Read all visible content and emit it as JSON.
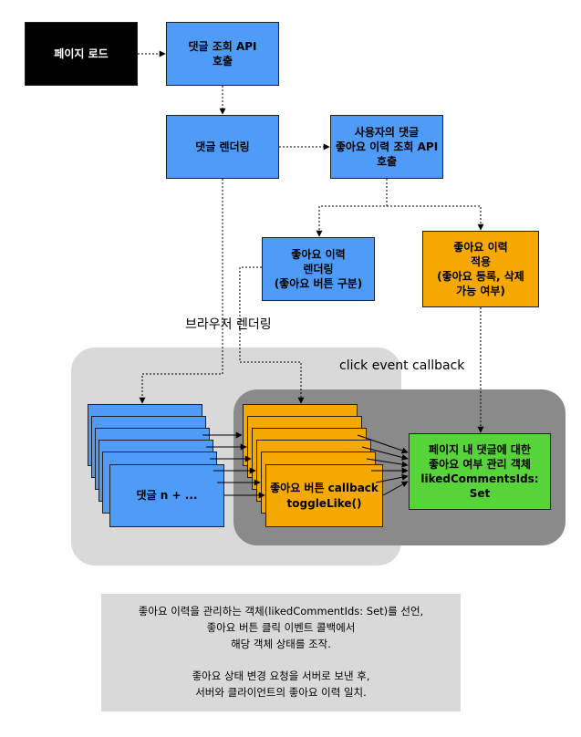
{
  "nodes": {
    "page_load": "페이지 로드",
    "comment_api": "댓글 조회 API\n호출",
    "comment_render": "댓글 렌더링",
    "like_history_api": "사용자의 댓글\n좋아요 이력 조회 API\n호출",
    "like_history_render": "좋아요 이력\n렌더링\n(좋아요 버튼 구분)",
    "like_history_apply": "좋아요 이력\n적용\n(좋아요 등록, 삭제\n가능 여부)",
    "comment_item": "댓글 n + ...",
    "like_callback": "좋아요 버튼 callback\ntoggleLike()",
    "liked_set": "페이지 내 댓글에 대한\n좋아요 여부 관리 객체\nlikedCommentsIds: Set"
  },
  "regions": {
    "browser_rendering": "브라우저 렌더링",
    "click_event_callback": "click event callback"
  },
  "note": "좋아요 이력을 관리하는 객체(likedCommentIds: Set)를 선언,\n좋아요 버튼 클릭 이벤트 콜백에서\n해당 객체 상태를 조작.\n\n좋아요 상태 변경 요청을 서버로 보낸 후,\n서버와 클라이언트의 좋아요 이력 일치.",
  "colors": {
    "blue": "#4f9cf8",
    "orange": "#f5a800",
    "green": "#57d43a",
    "black": "#000000",
    "light_region": "#d9d9d9",
    "dark_region": "#8a8a8a"
  }
}
